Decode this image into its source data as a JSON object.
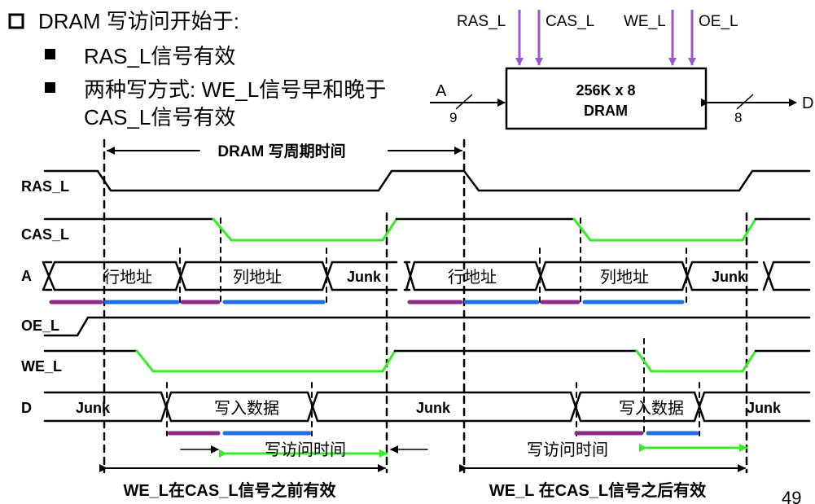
{
  "slide": {
    "bullet_main": "DRAM 写访问开始于:",
    "sub_1": "RAS_L信号有效",
    "sub_2_line1": "两种写方式: WE_L信号早和晚于",
    "sub_2_line2": "CAS_L信号有效",
    "page_number": "49"
  },
  "dram_box": {
    "title_line1": "256K x 8",
    "title_line2": "DRAM",
    "pins_top": [
      "RAS_L",
      "CAS_L",
      "WE_L",
      "OE_L"
    ],
    "addr_label": "A",
    "addr_width": "9",
    "data_label": "D",
    "data_width": "8",
    "pin_arrow_color": "#9b59d0"
  },
  "timing": {
    "cycle_label": "DRAM 写周期时间",
    "signals": [
      "RAS_L",
      "CAS_L",
      "A",
      "OE_L",
      "WE_L",
      "D"
    ],
    "addr_row": "行地址",
    "addr_col": "列地址",
    "junk": "Junk",
    "write_data": "写入数据",
    "access_time": "写访问时间",
    "caption_early": "WE_L在CAS_L信号之前有效",
    "caption_late": "WE_L 在CAS_L信号之后有效",
    "colors": {
      "green": "#33ee22",
      "purple": "#8b2a8b",
      "blue": "#1f6fe0"
    }
  }
}
